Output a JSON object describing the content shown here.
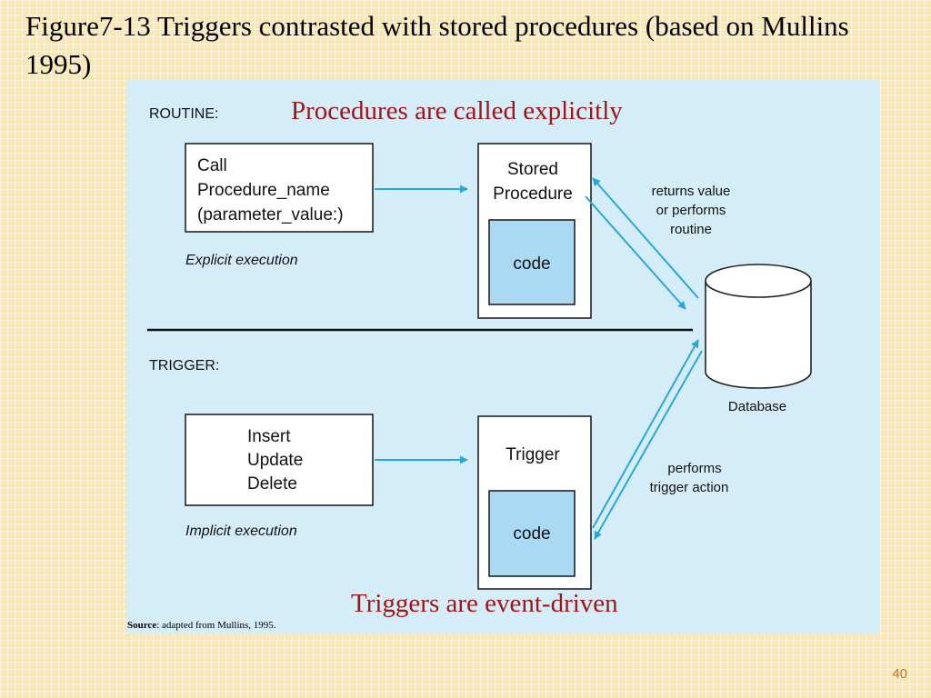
{
  "slide": {
    "title": "Figure7-13 Triggers contrasted with stored procedures (based on Mullins 1995)",
    "page_number": "40"
  },
  "annotations": {
    "procedures": "Procedures are called explicitly",
    "triggers": "Triggers are event-driven"
  },
  "source": {
    "label": "Source",
    "text": ": adapted from Mullins, 1995."
  },
  "diagram": {
    "routine": {
      "heading": "ROUTINE:",
      "call_lines": [
        "Call",
        "Procedure_name",
        "(parameter_value:)"
      ],
      "caption": "Explicit execution",
      "box_lines": [
        "Stored",
        "Procedure"
      ],
      "code_label": "code",
      "arrow_label": [
        "returns value",
        "or performs",
        "routine"
      ]
    },
    "trigger": {
      "heading": "TRIGGER:",
      "event_lines": [
        "Insert",
        "Update",
        "Delete"
      ],
      "caption": "Implicit execution",
      "box_label": "Trigger",
      "code_label": "code",
      "arrow_label": [
        "performs",
        "trigger action"
      ]
    },
    "database_label": "Database"
  },
  "colors": {
    "background": "#fbe7b2",
    "panel": "#d4edf8",
    "code_fill": "#aad9f3",
    "arrow": "#2aa7d9",
    "annotation_text": "#a01616",
    "page_number": "#c8761a"
  }
}
